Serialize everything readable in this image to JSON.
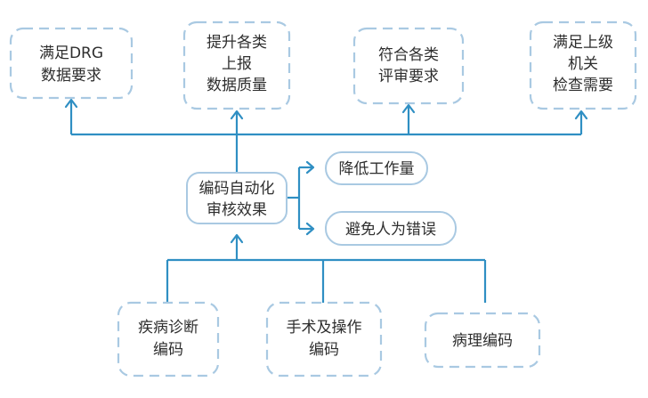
{
  "top_boxes": [
    {
      "lines": [
        "满足DRG",
        "数据要求"
      ]
    },
    {
      "lines": [
        "提升各类",
        "上报",
        "数据质量"
      ]
    },
    {
      "lines": [
        "符合各类",
        "评审要求"
      ]
    },
    {
      "lines": [
        "满足上级",
        "机关",
        "检查需要"
      ]
    }
  ],
  "center_box": {
    "lines": [
      "编码自动化",
      "审核效果"
    ]
  },
  "effect_boxes": [
    {
      "label": "降低工作量"
    },
    {
      "label": "避免人为错误"
    }
  ],
  "bottom_boxes": [
    {
      "lines": [
        "疾病诊断",
        "编码"
      ]
    },
    {
      "lines": [
        "手术及操作",
        "编码"
      ]
    },
    {
      "lines": [
        "病理编码"
      ]
    }
  ],
  "colors": {
    "connector": "#2f8fc3",
    "box_border": "#a9c9e2"
  }
}
